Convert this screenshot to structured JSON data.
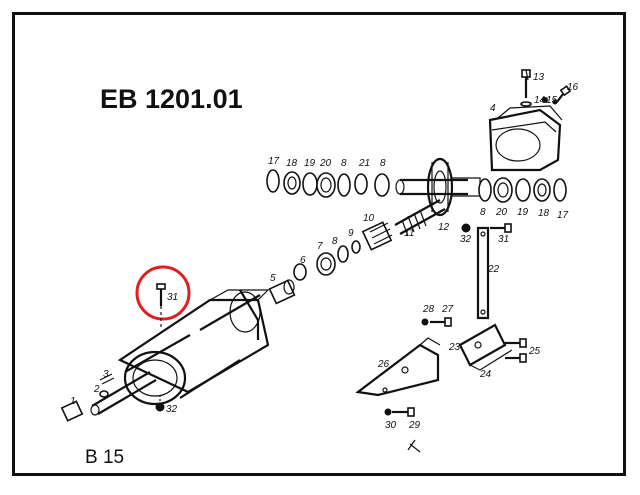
{
  "title": "EB 1201.01",
  "page_code": "B 15",
  "highlight_color": "#e02020",
  "callouts": {
    "n1": "1",
    "n2": "2",
    "n3": "3",
    "n4": "4",
    "n5": "5",
    "n6": "6",
    "n7": "7",
    "n8a": "8",
    "n8b": "8",
    "n9": "9",
    "n10": "10",
    "n11": "11",
    "n12": "12",
    "n13": "13",
    "n14": "14",
    "n15": "15",
    "n16": "16",
    "n17a": "17",
    "n17b": "17",
    "n18a": "18",
    "n18b": "18",
    "n19": "19",
    "n20a": "20",
    "n20b": "20",
    "n21": "21",
    "n22": "22",
    "n23": "23",
    "n24": "24",
    "n25": "25",
    "n26": "26",
    "n27": "27",
    "n28": "28",
    "n29": "29",
    "n30": "30",
    "n31a": "31",
    "n31b": "31",
    "n32a": "32",
    "n32b": "32"
  }
}
